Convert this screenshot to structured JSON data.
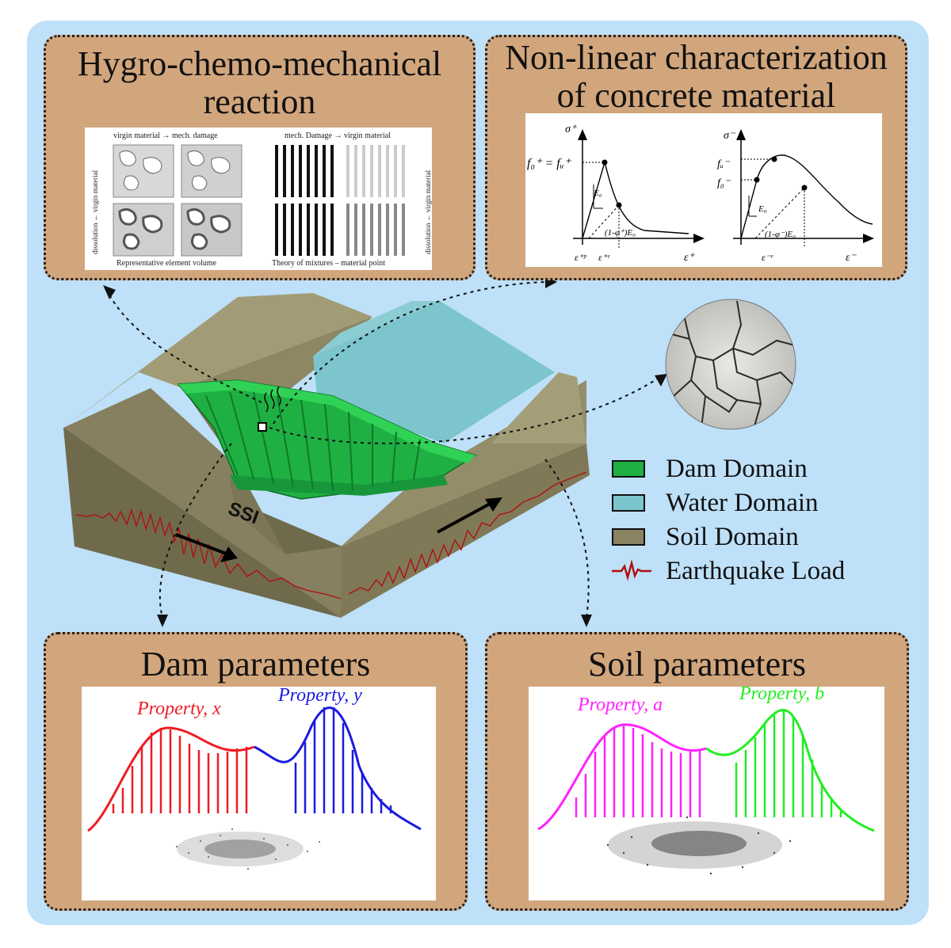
{
  "colors": {
    "background": "#bee0f8",
    "panel": "#d2a67d",
    "dam": "#1fb043",
    "water": "#7cc5cc",
    "soil": "#8a8361",
    "earthquake": "#b01010",
    "property_x": "#ee1c24",
    "property_y": "#1a1ae0",
    "property_a": "#ff22ff",
    "property_b": "#22ee22"
  },
  "panels": {
    "hygro": {
      "title_line1": "Hygro-chemo-mechanical",
      "title_line2": "reaction",
      "top_caption_left": "virgin material → mech. damage",
      "top_caption_right": "mech. Damage → virgin material",
      "bottom_caption_left": "Representative element volume",
      "bottom_caption_right": "Theory of mixtures – material point",
      "side_label": "dissolution ← virgin material"
    },
    "nonlinear": {
      "title_line1": "Non-linear characterization",
      "title_line2": "of concrete material",
      "tension": {
        "y_axis": "σ⁺",
        "x_axis": "ε⁺",
        "peak_label": "f₀⁺ = fᵤ⁺",
        "modulus": "E₀",
        "secant": "(1-φ⁺)E₀",
        "plastic_strain": "ε⁺ᵖ",
        "elastic_strain": "ε⁺ᵉ"
      },
      "compression": {
        "y_axis": "σ⁻",
        "x_axis": "ε⁻",
        "ultimate_label": "fᵤ⁻",
        "initial_label": "f₀⁻",
        "modulus": "E₀",
        "secant": "(1-φ⁻)E₀",
        "elastic_strain": "ε⁻ᵉ"
      }
    },
    "dam_params": {
      "title": "Dam parameters",
      "property_1": "Property, x",
      "property_2": "Property, y"
    },
    "soil_params": {
      "title": "Soil parameters",
      "property_1": "Property, a",
      "property_2": "Property, b"
    }
  },
  "scene": {
    "ssi_label": "SSI"
  },
  "legend": {
    "items": [
      {
        "label": "Dam Domain",
        "icon": "green-swatch"
      },
      {
        "label": "Water Domain",
        "icon": "cyan-swatch"
      },
      {
        "label": "Soil Domain",
        "icon": "olive-swatch"
      },
      {
        "label": "Earthquake Load",
        "icon": "seismic-wave-icon"
      }
    ]
  }
}
